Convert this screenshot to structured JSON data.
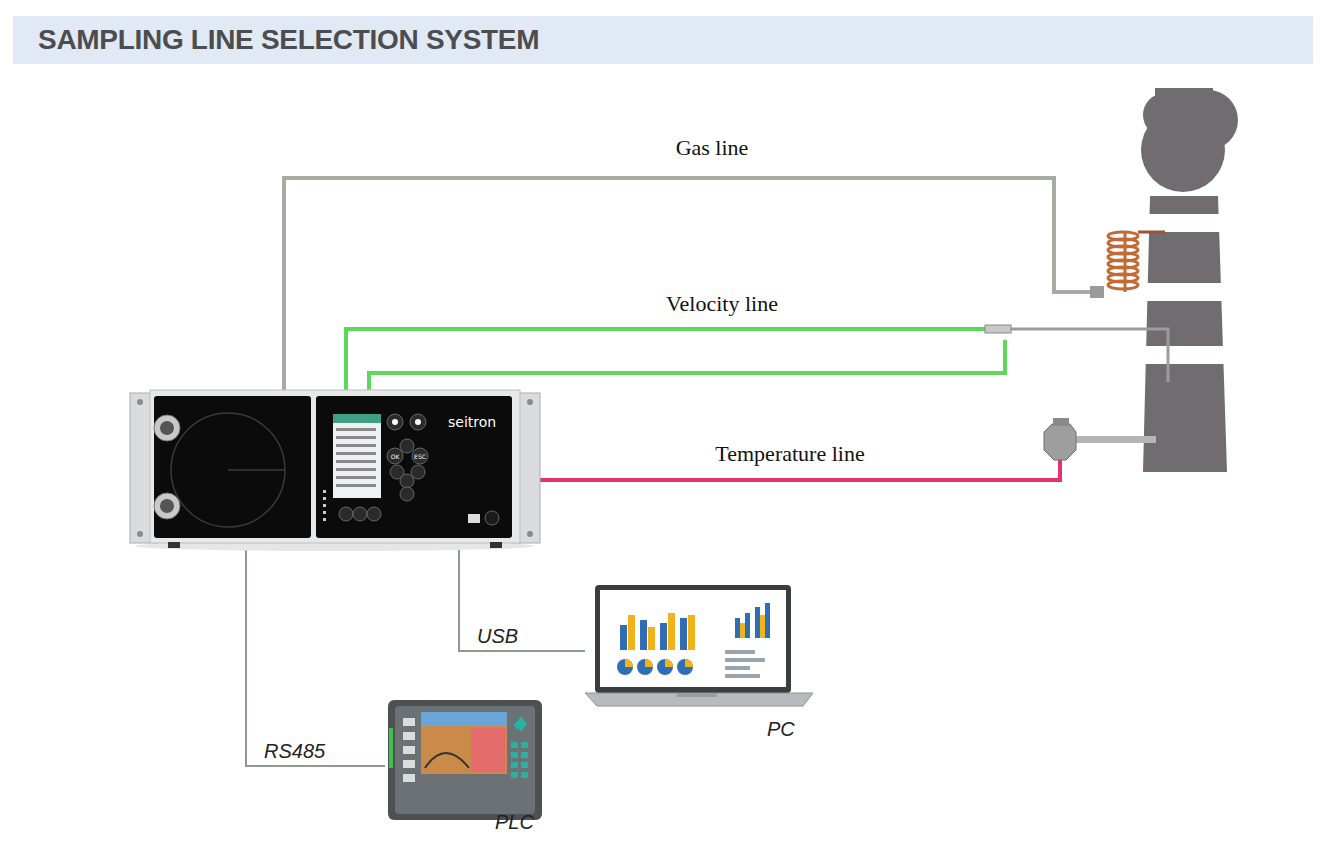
{
  "diagram": {
    "title": "SAMPLING LINE SELECTION SYSTEM",
    "nodes": [
      {
        "text": [
          "seitron"
        ]
      },
      {
        "text": [
          "PC"
        ]
      },
      {
        "text": [
          "PLC"
        ]
      }
    ],
    "edges": [
      {
        "from": 0,
        "to": 1,
        "arrow": "none",
        "label": "USB"
      },
      {
        "from": 0,
        "to": 2,
        "arrow": "none",
        "label": "RS485"
      }
    ],
    "labels": [
      "Gas line",
      "Velocity line",
      "Temperature line",
      "OK",
      "ESC"
    ]
  }
}
